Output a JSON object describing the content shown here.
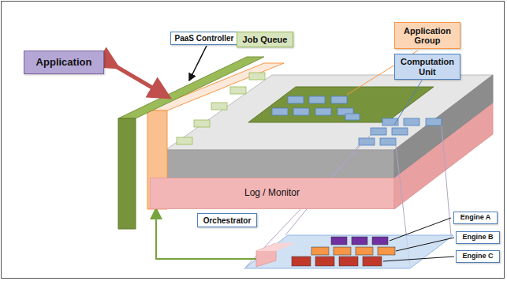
{
  "diagram": {
    "nodes": [
      {
        "text": [
          "Application"
        ]
      },
      {
        "text": [
          "PaaS Controller"
        ]
      },
      {
        "text": [
          "Job Queue"
        ]
      },
      {
        "text": [
          "Application Group"
        ]
      },
      {
        "text": [
          "Computation Unit"
        ]
      },
      {
        "text": [
          "Log / Monitor"
        ]
      },
      {
        "text": [
          "Orchestrator"
        ]
      },
      {
        "text": [
          "Engine A"
        ]
      },
      {
        "text": [
          "Engine B"
        ]
      },
      {
        "text": [
          "Engine C"
        ]
      }
    ]
  }
}
